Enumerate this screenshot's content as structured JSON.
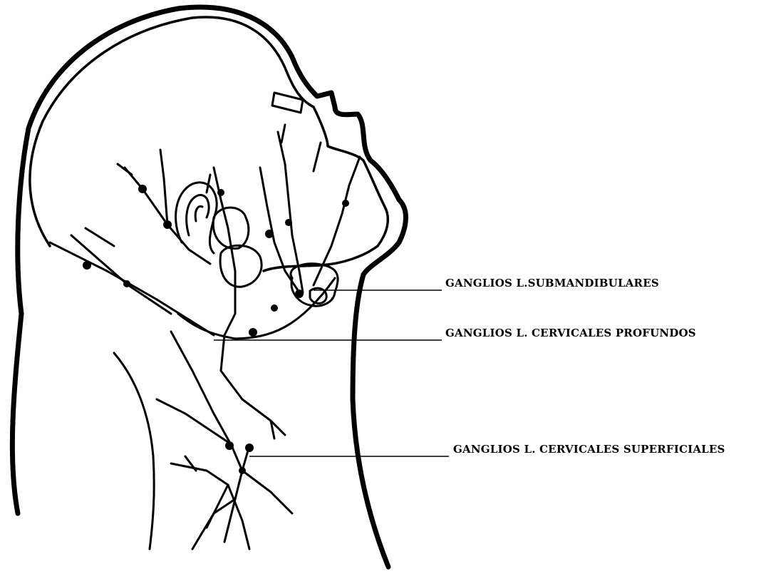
{
  "labels": {
    "submandibular": "GANGLIOS L.SUBMANDIBULARES",
    "deep_cervical": "GANGLIOS L. CERVICALES PROFUNDOS",
    "superficial_cervical": "GANGLIOS L. CERVICALES SUPERFICIALES"
  },
  "colors": {
    "ink": "#000000",
    "background": "#ffffff"
  }
}
